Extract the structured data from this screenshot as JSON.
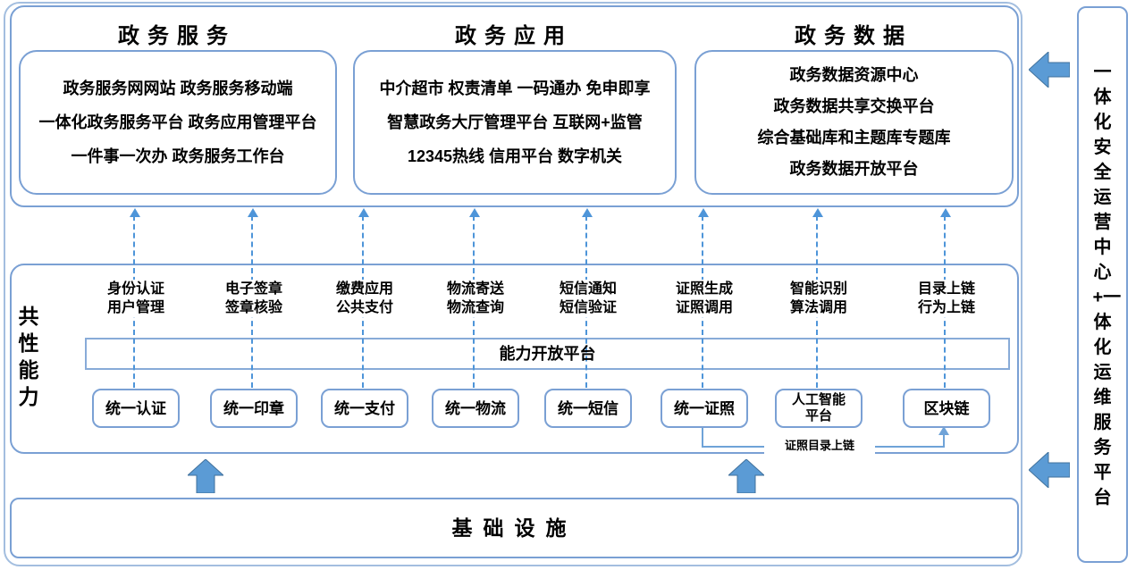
{
  "top_sections": [
    {
      "title": "政务服务",
      "line1": "政务服务网网站 政务服务移动端",
      "line2": "一体化政务服务平台 政务应用管理平台",
      "line3": "一件事一次办 政务服务工作台"
    },
    {
      "title": "政务应用",
      "line1": "中介超市 权责清单 一码通办 免申即享",
      "line2": "智慧政务大厅管理平台 互联网+监管",
      "line3": "12345热线 信用平台 数字机关"
    },
    {
      "title": "政务数据",
      "line1": "政务数据资源中心",
      "line2": "政务数据共享交换平台",
      "line3": "综合基础库和主题库专题库",
      "line4": "政务数据开放平台"
    }
  ],
  "capability_section": {
    "side_label": "共性能力",
    "platform_bar": "能力开放平台",
    "connector_label": "证照目录上链",
    "columns": [
      {
        "cap_line1": "身份认证",
        "cap_line2": "用户管理",
        "box_line1": "统一认证",
        "box_line2": ""
      },
      {
        "cap_line1": "电子签章",
        "cap_line2": "签章核验",
        "box_line1": "统一印章",
        "box_line2": ""
      },
      {
        "cap_line1": "缴费应用",
        "cap_line2": "公共支付",
        "box_line1": "统一支付",
        "box_line2": ""
      },
      {
        "cap_line1": "物流寄送",
        "cap_line2": "物流查询",
        "box_line1": "统一物流",
        "box_line2": ""
      },
      {
        "cap_line1": "短信通知",
        "cap_line2": "短信验证",
        "box_line1": "统一短信",
        "box_line2": ""
      },
      {
        "cap_line1": "证照生成",
        "cap_line2": "证照调用",
        "box_line1": "统一证照",
        "box_line2": ""
      },
      {
        "cap_line1": "智能识别",
        "cap_line2": "算法调用",
        "box_line1": "人工智能",
        "box_line2": "平台"
      },
      {
        "cap_line1": "目录上链",
        "cap_line2": "行为上链",
        "box_line1": "区块链",
        "box_line2": ""
      }
    ]
  },
  "infrastructure": {
    "label": "基础设施"
  },
  "sidebar": {
    "label": "一体化安全运营中心+一体化运维服务平台"
  },
  "colors": {
    "box_border": "#7aa0d4",
    "dashed_line": "#4e95d9",
    "arrow_fill": "#5b9bd5",
    "arrow_stroke": "#41719c",
    "text": "#000000",
    "background": "#ffffff"
  }
}
